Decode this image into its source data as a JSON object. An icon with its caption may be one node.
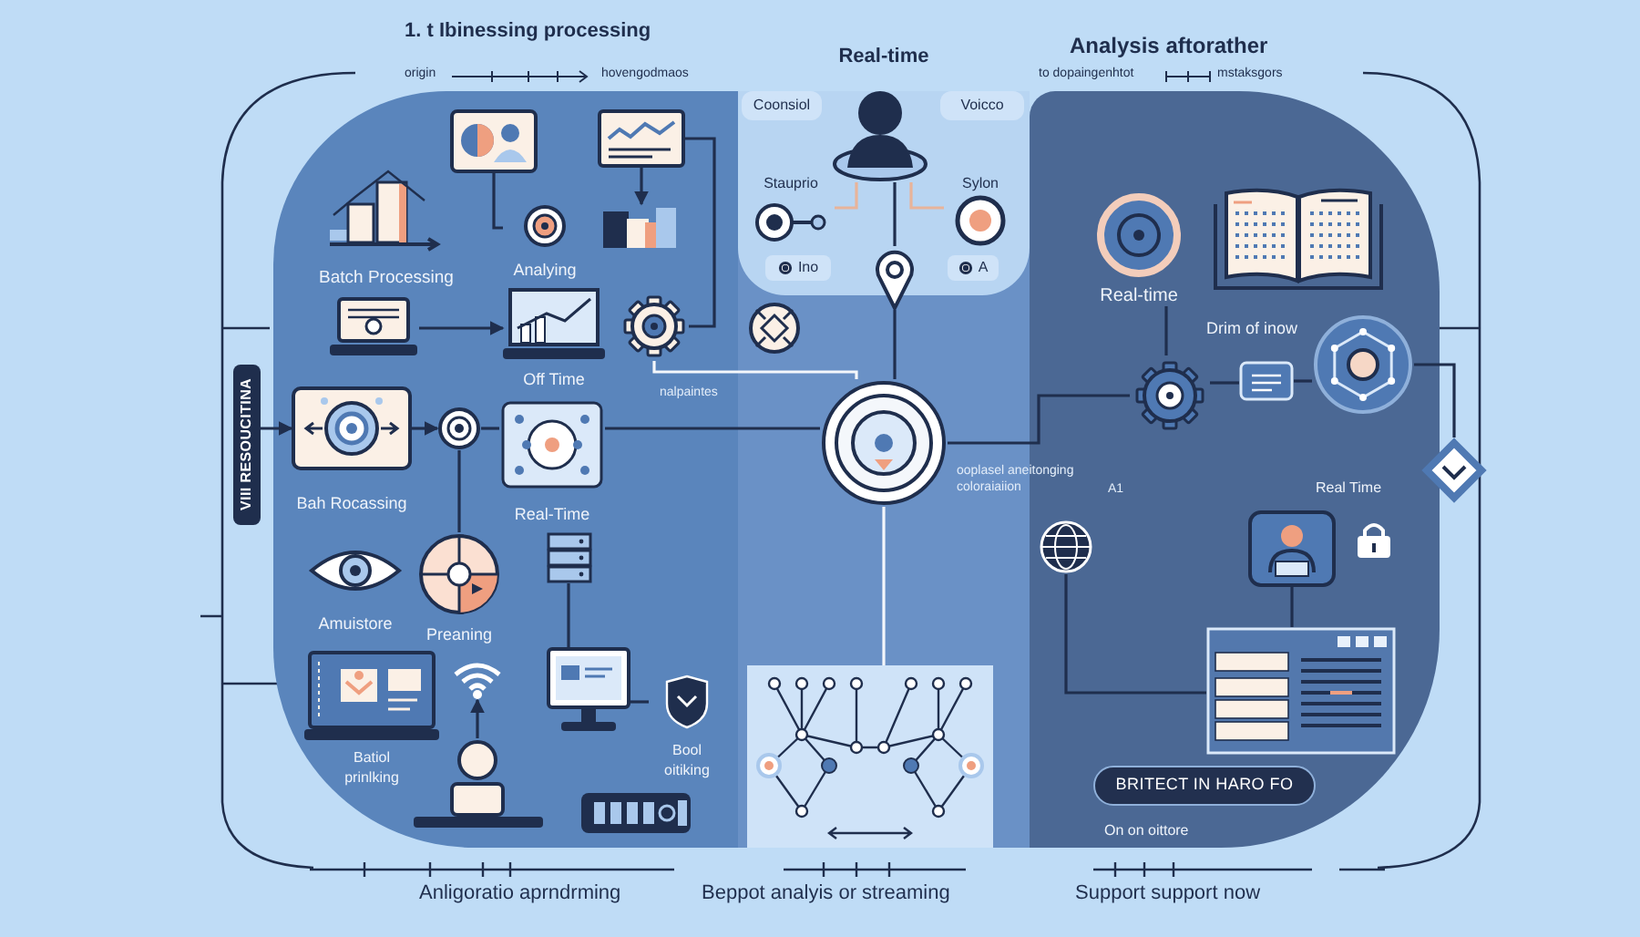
{
  "diagram": {
    "nodes": [
      {
        "text": [
          "1. t Ibinessing processing"
        ]
      },
      {
        "text": [
          "Real-time"
        ]
      },
      {
        "text": [
          "Analysis aftorather"
        ]
      },
      {
        "text": [
          "VIII RESOUCITINA"
        ]
      },
      {
        "text": [],
        "shape": "picture",
        "in": 0
      },
      {
        "text": [],
        "shape": "picture",
        "in": 0
      },
      {
        "text": [
          "Batch Processing"
        ],
        "in": 0
      },
      {
        "text": [
          "Analying"
        ],
        "in": 0
      },
      {
        "text": [],
        "shape": "picture",
        "in": 0
      },
      {
        "text": [],
        "shape": "picture",
        "in": 0
      },
      {
        "text": [
          "Off Time"
        ],
        "in": 0
      },
      {
        "text": [],
        "shape": "picture",
        "in": 0
      },
      {
        "text": [
          "Bah Rocassing"
        ],
        "in": 0
      },
      {
        "text": [],
        "shape": "picture",
        "in": 0
      },
      {
        "text": [
          "Real-Time"
        ],
        "in": 0
      },
      {
        "text": [
          "Amuistore"
        ],
        "in": 0
      },
      {
        "text": [
          "Preaning"
        ],
        "in": 0
      },
      {
        "text": [],
        "shape": "picture",
        "in": 0
      },
      {
        "text": [
          "Batiol prinlking"
        ],
        "in": 0
      },
      {
        "text": [],
        "shape": "picture",
        "in": 0
      },
      {
        "text": [],
        "shape": "picture",
        "in": 0
      },
      {
        "text": [],
        "shape": "picture",
        "in": 0
      },
      {
        "text": [
          "Bool oitiking"
        ],
        "in": 0
      },
      {
        "text": [],
        "shape": "picture",
        "in": 0
      },
      {
        "text": [
          "Coonsiol"
        ],
        "in": 1
      },
      {
        "text": [],
        "shape": "picture",
        "in": 1
      },
      {
        "text": [
          "Voicco"
        ],
        "in": 1
      },
      {
        "text": [
          "Stauprio"
        ],
        "in": 1
      },
      {
        "text": [
          "Sylon"
        ],
        "in": 1
      },
      {
        "text": [
          "Ino"
        ],
        "in": 1
      },
      {
        "text": [
          "A"
        ],
        "in": 1
      },
      {
        "text": [],
        "shape": "picture",
        "in": 1
      },
      {
        "text": [],
        "shape": "picture",
        "in": 1
      },
      {
        "text": [],
        "shape": "picture",
        "in": 1
      },
      {
        "text": [],
        "shape": "picture",
        "in": 1
      },
      {
        "text": [
          "Real-time"
        ],
        "in": 2
      },
      {
        "text": [],
        "shape": "picture",
        "in": 2
      },
      {
        "text": [],
        "shape": "picture",
        "in": 2
      },
      {
        "text": [],
        "shape": "picture",
        "in": 2
      },
      {
        "text": [],
        "shape": "picture",
        "in": 2
      },
      {
        "text": [],
        "shape": "picture",
        "in": 2
      },
      {
        "text": [],
        "shape": "picture",
        "in": 2
      },
      {
        "text": [],
        "shape": "picture",
        "in": 2
      },
      {
        "text": [],
        "shape": "picture",
        "in": 2
      },
      {
        "text": [
          "BRITECT IN HARO FO"
        ],
        "in": 2
      },
      {
        "text": [],
        "shape": "picture"
      }
    ],
    "edges": [
      {
        "from": 4,
        "to": 7,
        "arrow": "none"
      },
      {
        "from": 5,
        "to": 8,
        "arrow": "to"
      },
      {
        "from": 9,
        "to": 10,
        "arrow": "to"
      },
      {
        "from": 11,
        "to": 5,
        "arrow": "none"
      },
      {
        "from": 12,
        "to": 13,
        "arrow": "to"
      },
      {
        "from": 13,
        "to": 14,
        "arrow": "none"
      },
      {
        "from": 14,
        "to": 33,
        "arrow": "none"
      },
      {
        "from": 16,
        "to": 13,
        "arrow": "none"
      },
      {
        "from": 20,
        "to": 19,
        "arrow": "to"
      },
      {
        "from": 11,
        "to": 33,
        "arrow": "none",
        "color": "#f4f7fb"
      },
      {
        "from": 25,
        "to": 31,
        "arrow": "none"
      },
      {
        "from": 31,
        "to": 33,
        "arrow": "none"
      },
      {
        "from": 27,
        "to": 25,
        "arrow": "none",
        "color": "#e8b49a"
      },
      {
        "from": 28,
        "to": 25,
        "arrow": "none",
        "color": "#e8b49a"
      },
      {
        "from": 33,
        "to": 34,
        "arrow": "none",
        "color": "#f4f7fb"
      },
      {
        "from": 33,
        "to": 37,
        "arrow": "none"
      },
      {
        "from": 35,
        "to": 37,
        "arrow": "none"
      },
      {
        "from": 37,
        "to": 38,
        "arrow": "none"
      },
      {
        "from": 38,
        "to": 39,
        "arrow": "none"
      },
      {
        "from": 39,
        "to": 45,
        "arrow": "none"
      },
      {
        "from": 41,
        "to": 43,
        "arrow": "none"
      },
      {
        "from": 40,
        "to": 43,
        "arrow": "none"
      },
      {
        "from": 21,
        "to": 22,
        "arrow": "none"
      },
      {
        "from": 17,
        "to": 21,
        "arrow": "none"
      },
      {
        "from": 3,
        "to": 12,
        "arrow": "to"
      }
    ],
    "labels": [
      "origin",
      "hovengodmaos",
      "to dopaingenhtot",
      "mstaksgors",
      "nalpaintes",
      "ooplasel aneitonging coloraiaiion",
      "A1",
      "Drim of inow",
      "Real Time",
      "On on oittore",
      "Anligoratio aprndrming",
      "Beppot analyis or streaming",
      "Support support now"
    ]
  }
}
